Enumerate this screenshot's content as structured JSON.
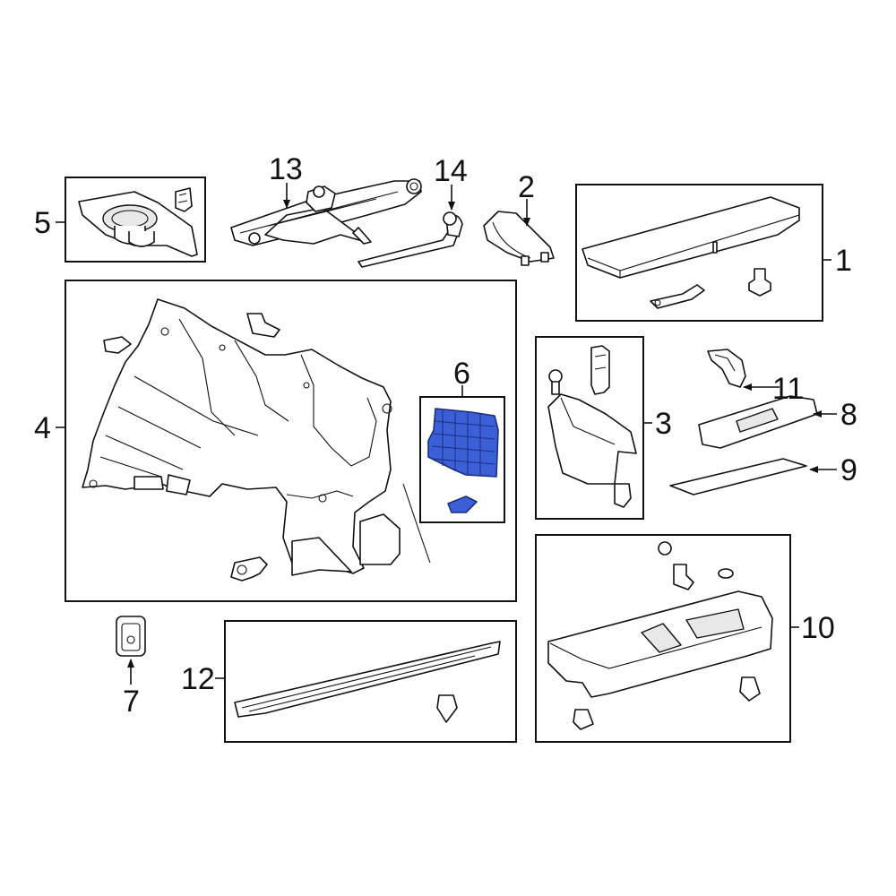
{
  "diagram": {
    "highlight_color": "#3a5fd6",
    "callouts": {
      "p1": "1",
      "p2": "2",
      "p3": "3",
      "p4": "4",
      "p5": "5",
      "p6": "6",
      "p7": "7",
      "p8": "8",
      "p9": "9",
      "p10": "10",
      "p11": "11",
      "p12": "12",
      "p13": "13",
      "p14": "14"
    },
    "highlighted_part": "6"
  }
}
